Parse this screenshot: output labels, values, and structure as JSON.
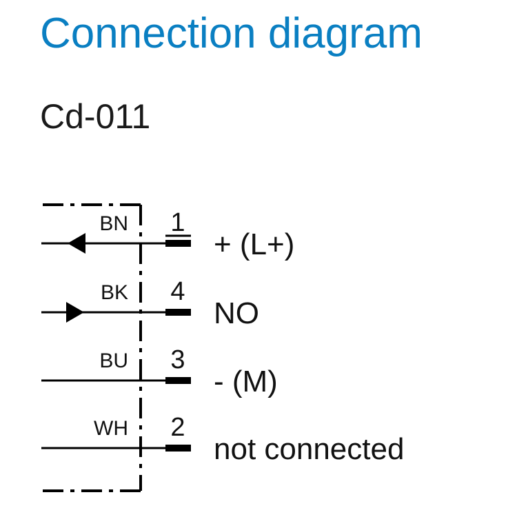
{
  "title": "Connection diagram",
  "code": "Cd-011",
  "colors": {
    "title": "#0a7fc2",
    "text": "#1a1a1a",
    "line": "#000000"
  },
  "pins": [
    {
      "wire": "BN",
      "pin": "1",
      "signal": "+ (L+)",
      "arrow": "in"
    },
    {
      "wire": "BK",
      "pin": "4",
      "signal": "NO",
      "arrow": "out"
    },
    {
      "wire": "BU",
      "pin": "3",
      "signal": "- (M)",
      "arrow": "none"
    },
    {
      "wire": "WH",
      "pin": "2",
      "signal": "not connected",
      "arrow": "none"
    }
  ]
}
